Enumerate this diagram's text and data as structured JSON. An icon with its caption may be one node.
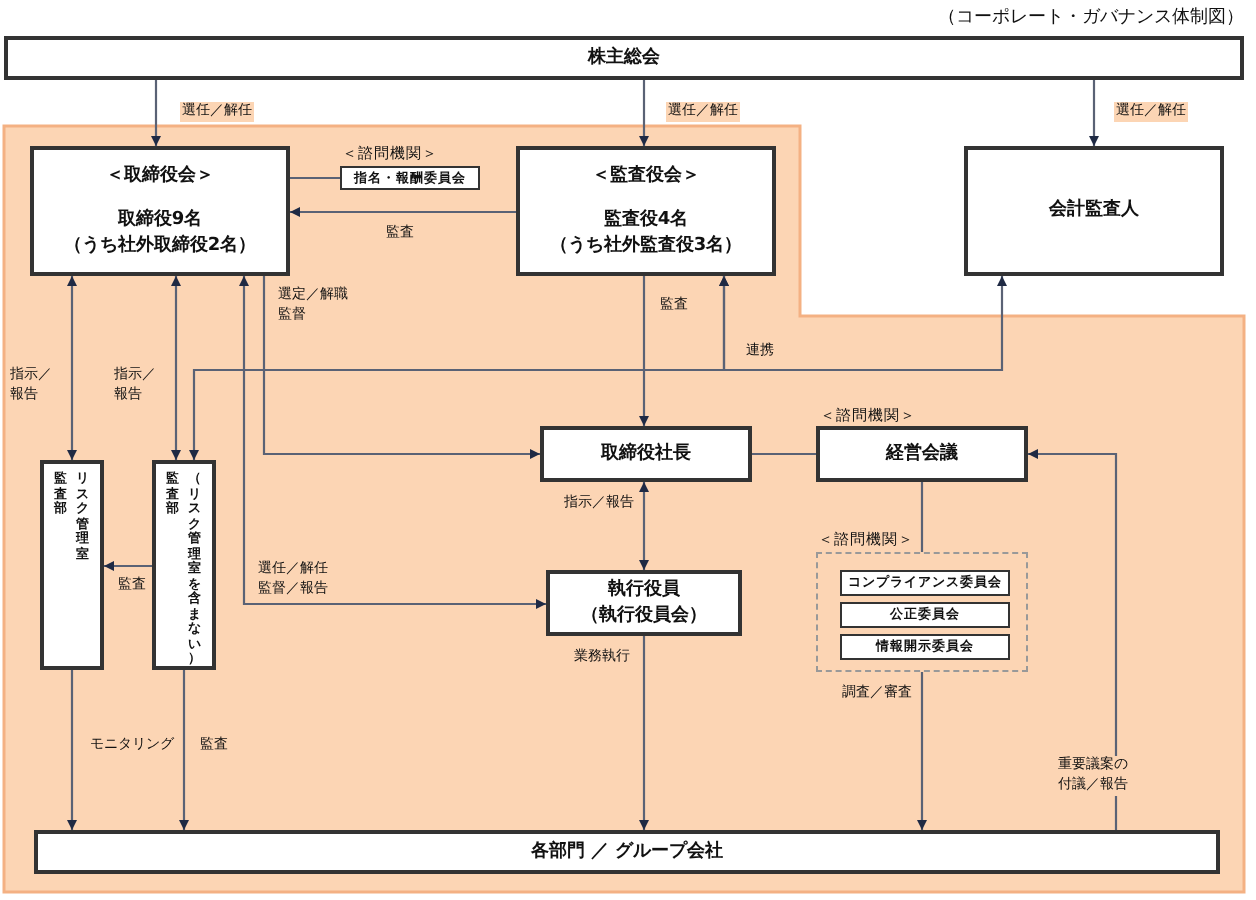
{
  "diagram": {
    "title": "（コーポレート・ガバナンス体制図）",
    "nodes": [
      {
        "text": [
          "株主総会"
        ]
      },
      {
        "text": [
          "＜取締役会＞",
          "取締役9名",
          "（うち社外取締役2名）"
        ]
      },
      {
        "text": [
          "＜諮問機関＞",
          "指名・報酬委員会"
        ]
      },
      {
        "text": [
          "＜監査役会＞",
          "監査役4名",
          "（うち社外監査役3名）"
        ]
      },
      {
        "text": [
          "会計監査人"
        ]
      },
      {
        "text": [
          "取締役社長"
        ]
      },
      {
        "text": [
          "＜諮問機関＞",
          "経営会議"
        ]
      },
      {
        "text": [
          "＜諮問機関＞"
        ]
      },
      {
        "text": [
          "コンプライアンス委員会"
        ],
        "in": 7
      },
      {
        "text": [
          "公正委員会"
        ],
        "in": 7
      },
      {
        "text": [
          "情報開示委員会"
        ],
        "in": 7
      },
      {
        "text": [
          "執行役員",
          "（執行役員会）"
        ]
      },
      {
        "text": [
          "監査部",
          "リスク管理室"
        ]
      },
      {
        "text": [
          "監査部",
          "（リスク管理室を含まない）"
        ]
      },
      {
        "text": [
          "各部門 ／ グループ会社"
        ]
      }
    ],
    "edges": [
      {
        "from": 0,
        "to": 1,
        "arrow": "to",
        "label": "選任／解任"
      },
      {
        "from": 0,
        "to": 3,
        "arrow": "to",
        "label": "選任／解任"
      },
      {
        "from": 0,
        "to": 4,
        "arrow": "to",
        "label": "選任／解任"
      },
      {
        "from": 1,
        "to": 2,
        "arrow": "none"
      },
      {
        "from": 3,
        "to": 1,
        "arrow": "to",
        "label": "監査"
      },
      {
        "from": 3,
        "to": 5,
        "arrow": "to",
        "label": "監査"
      },
      {
        "from": 1,
        "to": 5,
        "arrow": "to",
        "label": "選定／解職監督"
      },
      {
        "from": 13,
        "to": 3,
        "arrow": "both"
      },
      {
        "from": 3,
        "to": 4,
        "arrow": "both",
        "label": "連携"
      },
      {
        "from": 1,
        "to": 12,
        "arrow": "both",
        "label": "指示／報告"
      },
      {
        "from": 1,
        "to": 13,
        "arrow": "both",
        "label": "指示／報告"
      },
      {
        "from": 1,
        "to": 11,
        "arrow": "both",
        "label": "選任／解任監督／報告"
      },
      {
        "from": 13,
        "to": 12,
        "arrow": "to",
        "label": "監査"
      },
      {
        "from": 12,
        "to": 14,
        "arrow": "to",
        "label": "モニタリング"
      },
      {
        "from": 13,
        "to": 14,
        "arrow": "to",
        "label": "監査"
      },
      {
        "from": 5,
        "to": 11,
        "arrow": "both",
        "label": "指示／報告"
      },
      {
        "from": 11,
        "to": 14,
        "arrow": "to",
        "label": "業務執行"
      },
      {
        "from": 5,
        "to": 6,
        "arrow": "none"
      },
      {
        "from": 6,
        "to": 7,
        "arrow": "none"
      },
      {
        "from": 7,
        "to": 14,
        "arrow": "to",
        "label": "調査／審査"
      },
      {
        "from": 14,
        "to": 6,
        "arrow": "to",
        "label": "重要議案の付議／報告"
      }
    ]
  }
}
